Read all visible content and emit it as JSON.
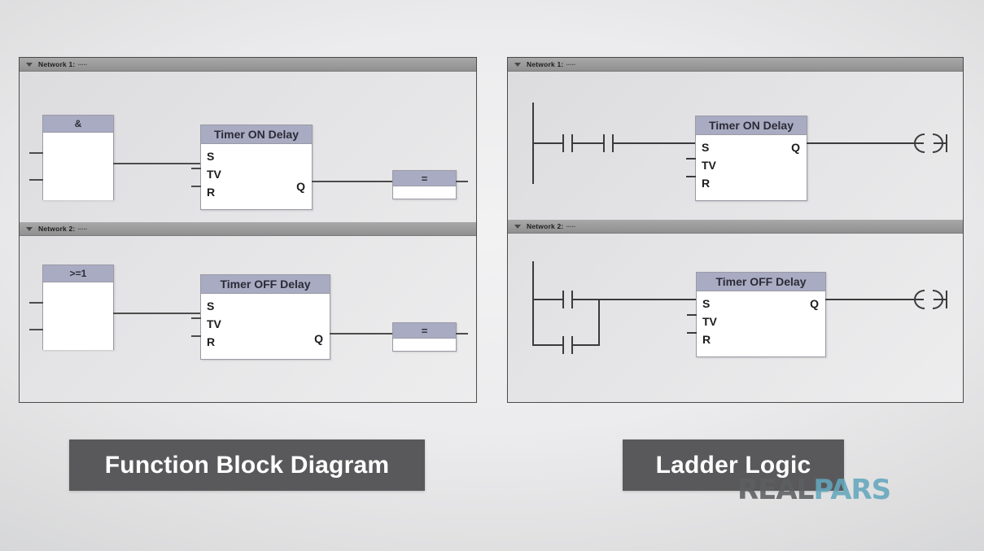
{
  "captions": {
    "fbd": "Function Block Diagram",
    "ladder": "Ladder Logic"
  },
  "watermark": {
    "part1": "REAL",
    "part2": "PARS",
    "color1": "#5d5f61",
    "color2": "#64a7bd"
  },
  "colors": {
    "block_header": "#a9abc2",
    "block_body": "#ffffff",
    "block_border": "#9a9aa6",
    "network_header": "#9b9b9b",
    "panel_border": "#4a4a4a",
    "wire": "#4c4c4c",
    "rail": "#3b3b3b",
    "caption_bg": "#59595b"
  },
  "fbd": {
    "networks": [
      {
        "label": "Network 1:",
        "dots": "·····",
        "blocks": [
          {
            "title": "&",
            "inputs": [
              "",
              ""
            ],
            "outputs": [
              ""
            ]
          },
          {
            "title": "Timer ON Delay",
            "inputs": [
              "S",
              "TV",
              "R"
            ],
            "outputs": [
              "Q"
            ]
          },
          {
            "title": "=",
            "inputs": [
              ""
            ],
            "outputs": [
              ""
            ]
          }
        ]
      },
      {
        "label": "Network 2:",
        "dots": "·····",
        "blocks": [
          {
            "title": ">=1",
            "inputs": [
              "",
              ""
            ],
            "outputs": [
              ""
            ]
          },
          {
            "title": "Timer OFF Delay",
            "inputs": [
              "S",
              "TV",
              "R"
            ],
            "outputs": [
              "Q"
            ]
          },
          {
            "title": "=",
            "inputs": [
              ""
            ],
            "outputs": [
              ""
            ]
          }
        ]
      }
    ]
  },
  "ladder": {
    "networks": [
      {
        "label": "Network 1:",
        "dots": "·····",
        "contacts": 2,
        "branches": 1,
        "block": {
          "title": "Timer ON Delay",
          "inputs": [
            "S",
            "TV",
            "R"
          ],
          "outputs": [
            "Q"
          ]
        },
        "coil": "output-coil"
      },
      {
        "label": "Network 2:",
        "dots": "·····",
        "contacts": 2,
        "branches": 2,
        "block": {
          "title": "Timer OFF Delay",
          "inputs": [
            "S",
            "TV",
            "R"
          ],
          "outputs": [
            "Q"
          ]
        },
        "coil": "output-coil"
      }
    ]
  }
}
